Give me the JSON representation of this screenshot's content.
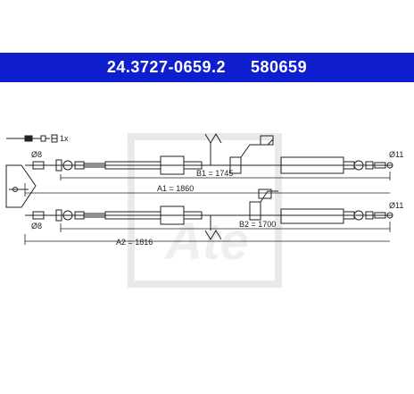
{
  "header": {
    "part_number": "24.3727-0659.2",
    "ref_number": "580659"
  },
  "diagram": {
    "quantity_label": "1x",
    "diameter_left_top": "Ø8",
    "diameter_right_top": "Ø11",
    "diameter_left_bottom": "Ø8",
    "diameter_right_bottom": "Ø11",
    "dim_b1": "B1 = 1745",
    "dim_a1": "A1 = 1860",
    "dim_b2": "B2 = 1700",
    "dim_a2": "A2 = 1816",
    "watermark": "Ate"
  },
  "colors": {
    "banner_bg": "#0f1fd0",
    "line": "#222222",
    "watermark": "#dddddd"
  }
}
